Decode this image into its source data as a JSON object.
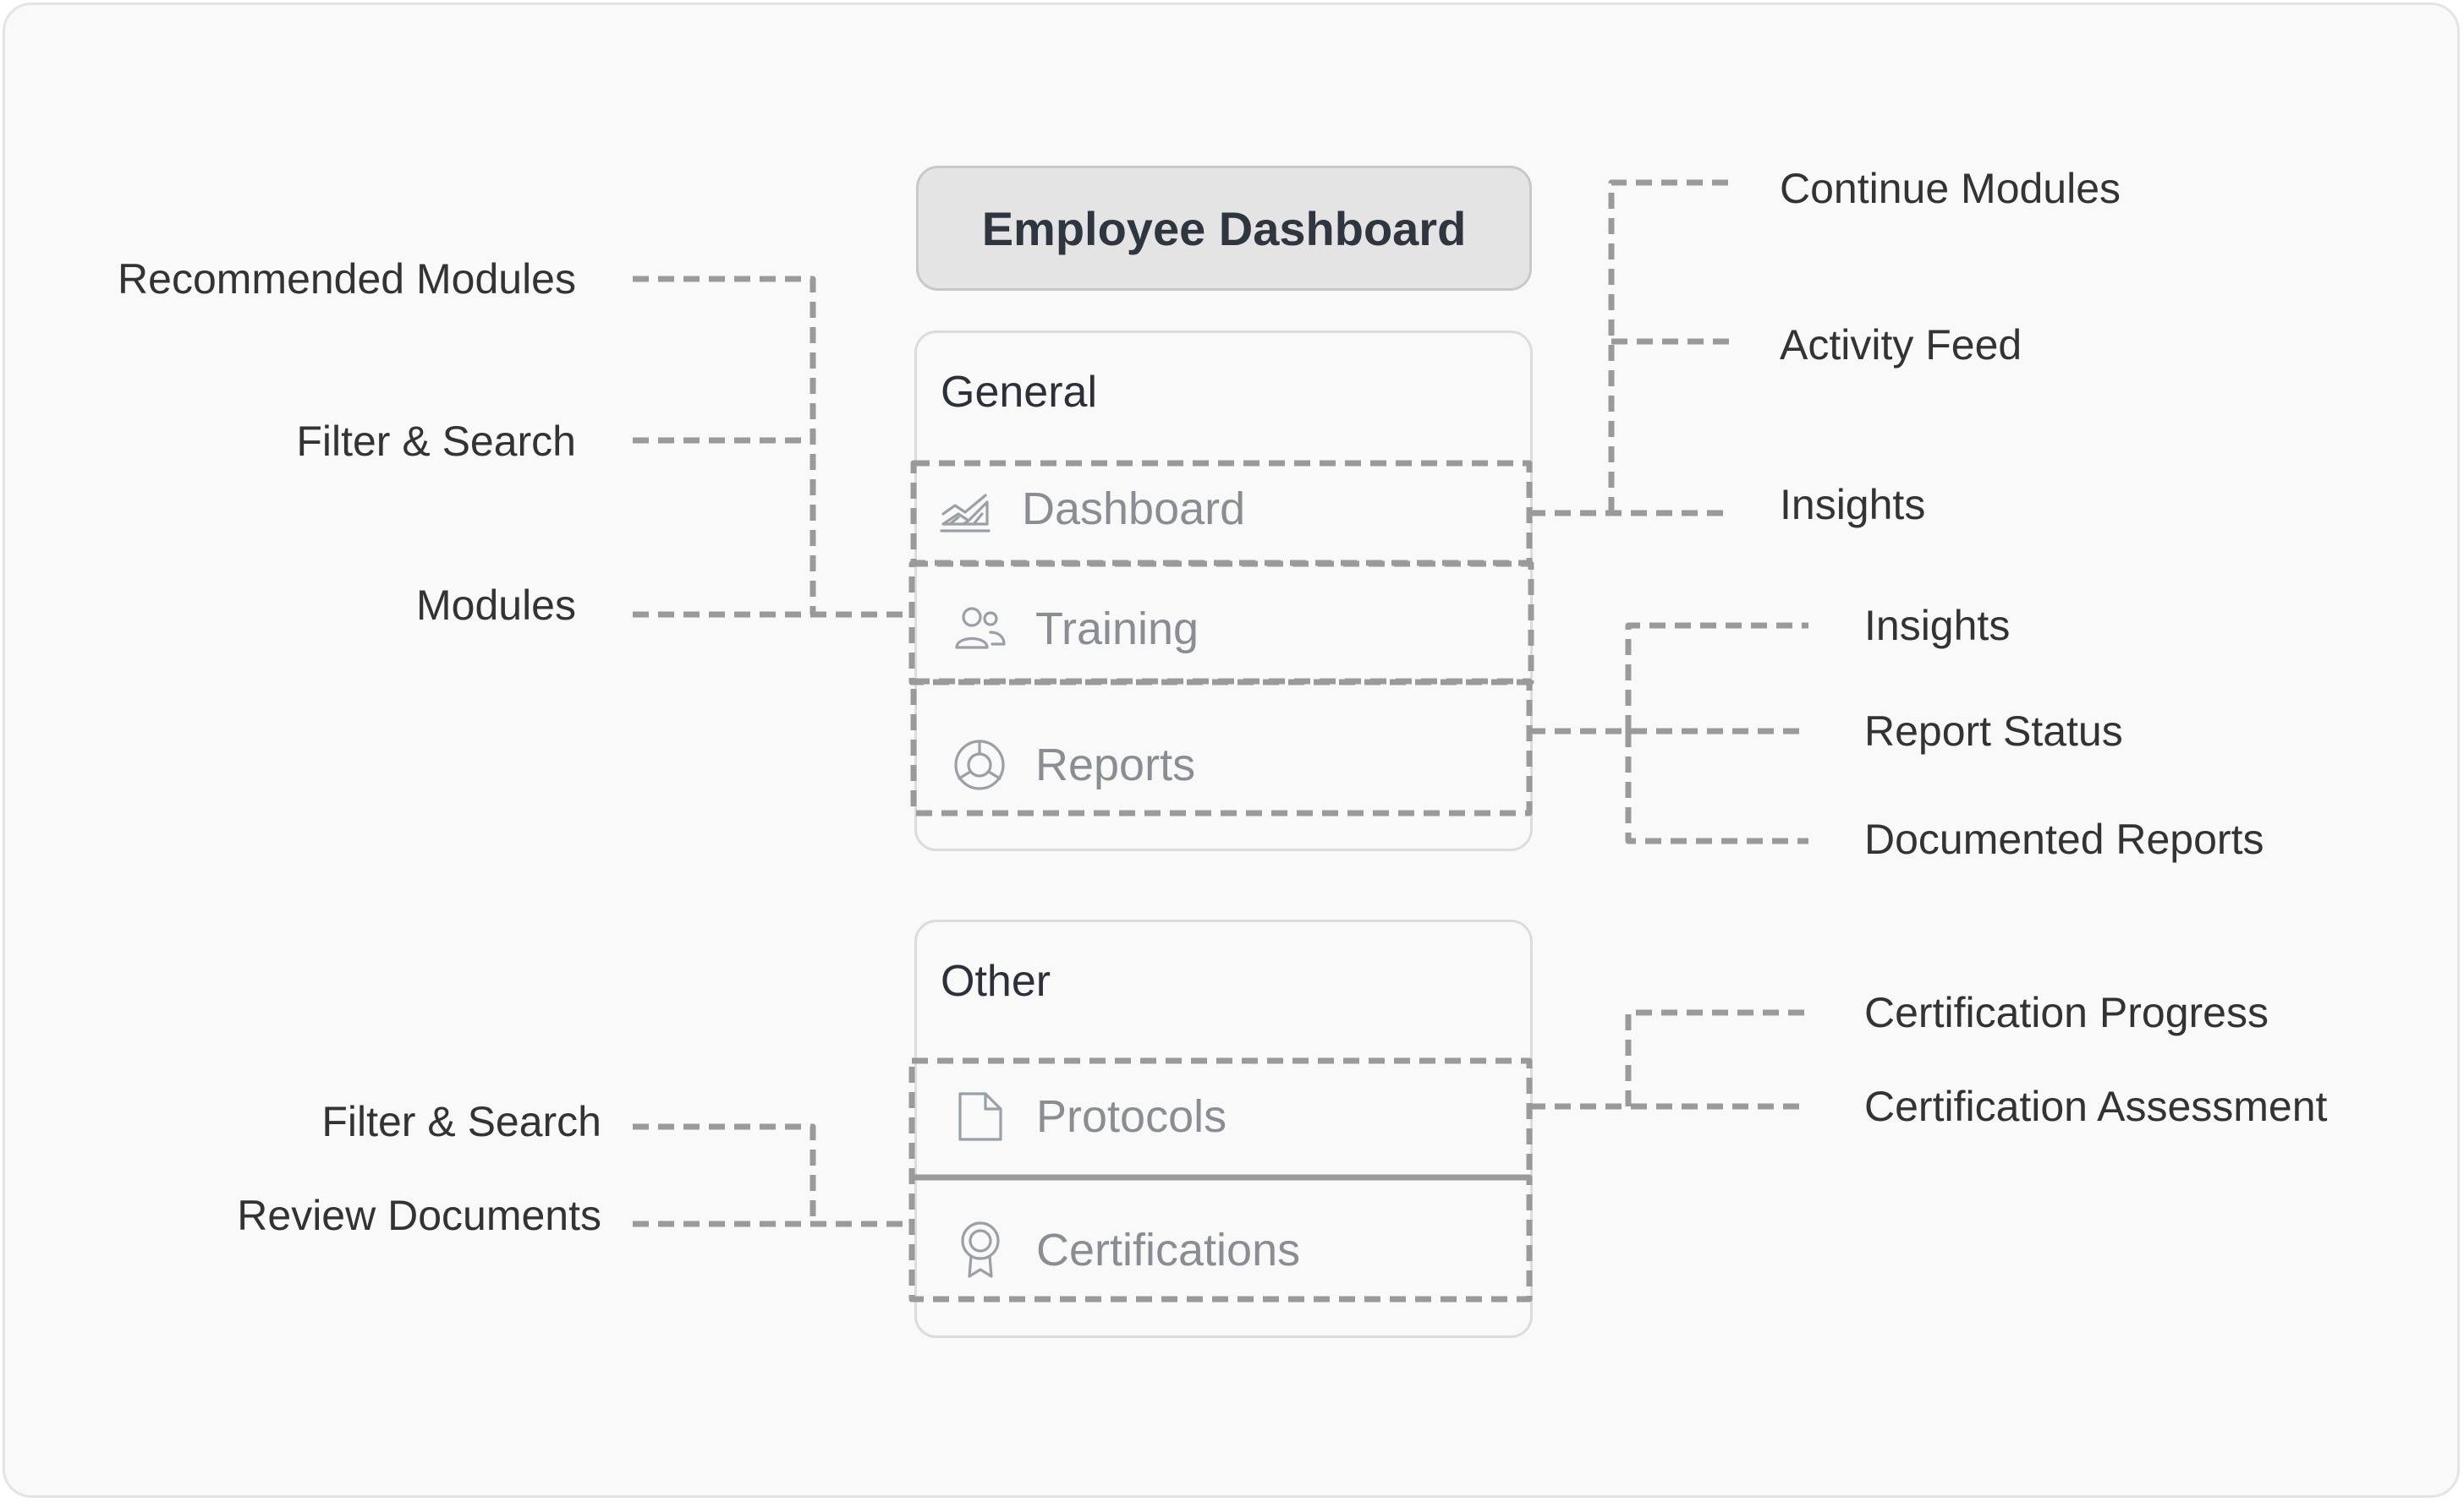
{
  "title": "Employee Dashboard",
  "panels": {
    "general": {
      "heading": "General",
      "items": [
        {
          "label": "Dashboard",
          "icon": "area-chart-icon"
        },
        {
          "label": "Training",
          "icon": "users-icon"
        },
        {
          "label": "Reports",
          "icon": "donut-chart-icon"
        }
      ]
    },
    "other": {
      "heading": "Other",
      "items": [
        {
          "label": "Protocols",
          "icon": "document-icon"
        },
        {
          "label": "Certifications",
          "icon": "award-icon"
        }
      ]
    }
  },
  "left_labels": {
    "recommended_modules": "Recommended Modules",
    "filter_search_1": "Filter & Search",
    "modules": "Modules",
    "filter_search_2": "Filter & Search",
    "review_documents": "Review Documents"
  },
  "right_labels": {
    "continue_modules": "Continue Modules",
    "activity_feed": "Activity Feed",
    "insights_1": "Insights",
    "insights_2": "Insights",
    "report_status": "Report Status",
    "documented_reports": "Documented Reports",
    "certification_progress": "Certification Progress",
    "certification_assessment": "Certification Assessment"
  },
  "colors": {
    "connector": "#9a9a9a",
    "title_bg": "#e4e4e4",
    "text": "#333333",
    "muted": "#8a8e94"
  }
}
